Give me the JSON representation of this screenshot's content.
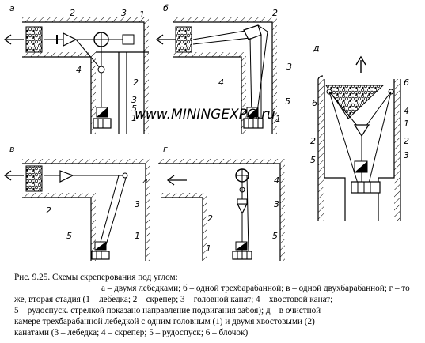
{
  "panels": {
    "a": "а",
    "b": "б",
    "v": "в",
    "g": "г",
    "d": "д"
  },
  "numbers": {
    "n1": "1",
    "n2": "2",
    "n3": "3",
    "n4": "4",
    "n5": "5",
    "n6": "6"
  },
  "watermark": "www.MININGEXPO.ru",
  "caption": {
    "line1": "Рис. 9.25. Схемы скреперования под углом:",
    "line2": "а – двумя лебедками; б – одной трехбарабанной; в – одной двухбарабанной; г – то",
    "line3": "же, вторая стадия (1 – лебедка; 2 – скрепер; 3 – головной канат; 4 – хвостовой канат;",
    "line4": "5 – рудоспуск. стрелкой показано направление подвигания забоя); д – в очистной",
    "line5": "камере трехбарабанной лебедкой с одним головным (1) и двумя хвостовыми (2)",
    "line6": "канатами (3 – лебедка; 4 – скрепер; 5 – рудоспуск; 6 – блочок)"
  }
}
